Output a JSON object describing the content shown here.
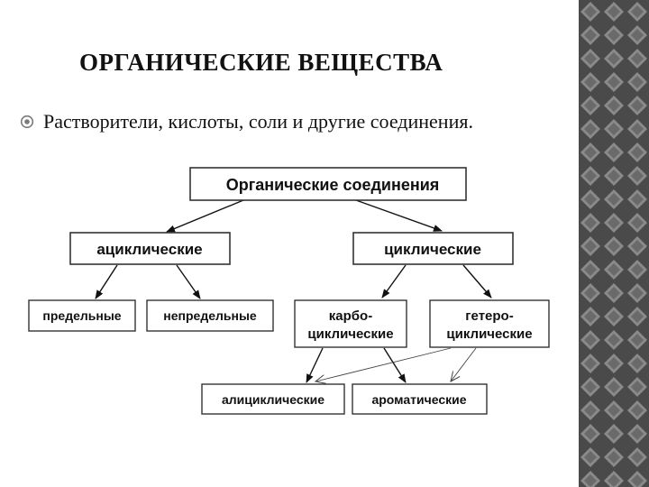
{
  "slide": {
    "title": "ОРГАНИЧЕСКИЕ ВЕЩЕСТВА",
    "bullet": "Растворители, кислоты, соли и другие соединения."
  },
  "diagram": {
    "root": "Органические соединения",
    "acyclic": "ациклические",
    "cyclic": "циклические",
    "saturated": "предельные",
    "unsaturated": "непредельные",
    "carbocyclic_line1": "карбо-",
    "carbocyclic_line2": "циклические",
    "heterocyclic_line1": "гетеро-",
    "heterocyclic_line2": "циклические",
    "alicyclic": "алициклические",
    "aromatic": "ароматические"
  },
  "colors": {
    "text": "#111111",
    "box_border": "#333333",
    "strip_dark": "#4a4a4a",
    "strip_light": "#8a8a8a",
    "bullet_ring": "#7a7a7a"
  }
}
